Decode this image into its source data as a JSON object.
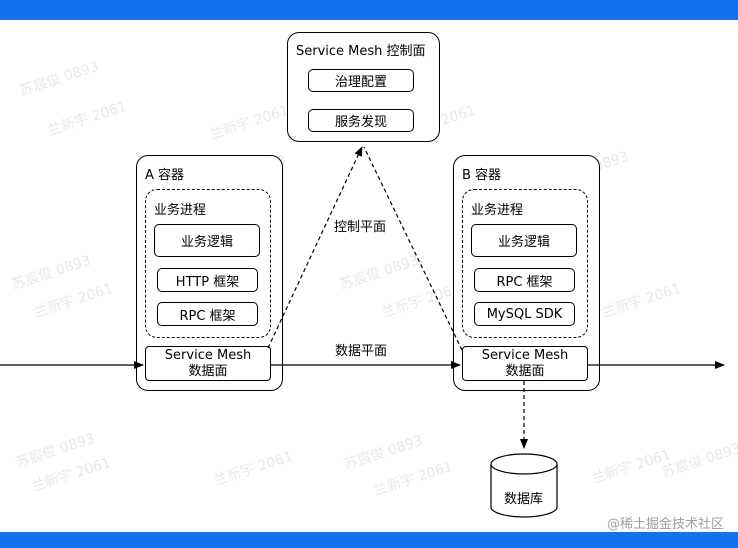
{
  "colors": {
    "top_bar": "#1570ef",
    "bottom_bar": "#1570ef",
    "stroke": "#000000"
  },
  "control_plane": {
    "title": "Service Mesh 控制面",
    "items": [
      "治理配置",
      "服务发现"
    ]
  },
  "container_a": {
    "title": "A 容器",
    "process_title": "业务进程",
    "items": [
      "业务逻辑",
      "HTTP 框架",
      "RPC 框架"
    ],
    "mesh": {
      "line1": "Service Mesh",
      "line2": "数据面"
    }
  },
  "container_b": {
    "title": "B 容器",
    "process_title": "业务进程",
    "items": [
      "业务逻辑",
      "RPC 框架",
      "MySQL SDK"
    ],
    "mesh": {
      "line1": "Service Mesh",
      "line2": "数据面"
    }
  },
  "edges": {
    "control_plane_label": "控制平面",
    "data_plane_label": "数据平面"
  },
  "database": {
    "label": "数据库"
  },
  "watermarks": [
    "苏宸俊 0893",
    "兰新宇 2061"
  ],
  "footer": {
    "mark": "@稀土掘金技术社区"
  }
}
